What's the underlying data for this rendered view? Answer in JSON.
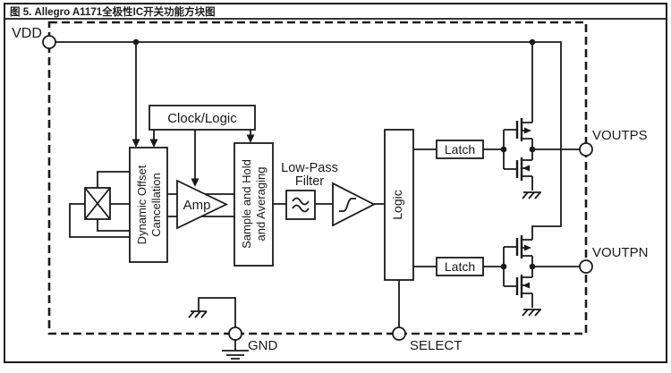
{
  "title": "图 5. Allegro A1171全极性IC开关功能方块图",
  "colors": {
    "ink": "#1a1a1a",
    "background": "#ffffff"
  },
  "terminals": {
    "vdd": "VDD",
    "gnd": "GND",
    "select": "SELECT",
    "voutps": "VOUTPS",
    "voutpn": "VOUTPN"
  },
  "blocks": {
    "clock_logic": "Clock/Logic",
    "offset_line1": "Dynamic Offset",
    "offset_line2": "Cancellation",
    "amp": "Amp",
    "sample_line1": "Sample and Hold",
    "sample_line2": "and Averaging",
    "lpf_line1": "Low-Pass",
    "lpf_line2": "Filter",
    "logic": "Logic",
    "latch_top": "Latch",
    "latch_bottom": "Latch"
  },
  "icons": {
    "hall_element": "x-plate",
    "lowpass_filter": "sine-wave",
    "comparator": "hysteresis-step",
    "earth_ground": "earth-ground",
    "chassis_ground": "hatched-ground",
    "terminal": "open-circle",
    "junction": "solid-dot"
  }
}
